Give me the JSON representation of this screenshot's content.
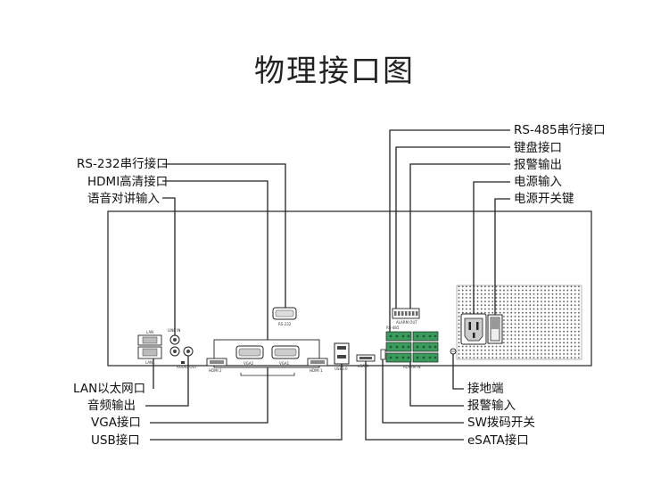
{
  "title": "物理接口图",
  "labels_left_top": {
    "rs232": "RS-232串行接口",
    "hdmi": "HDMI高清接口",
    "audio_in": "语音对讲输入"
  },
  "labels_left_bottom": {
    "lan": "LAN以太网口",
    "audio_out": "音频输出",
    "vga": "VGA接口",
    "usb": "USB接口"
  },
  "labels_right_top": {
    "rs485": "RS-485串行接口",
    "keyboard": "键盘接口",
    "alarm_out": "报警输出",
    "power_in": "电源输入",
    "power_switch": "电源开关键"
  },
  "labels_right_bottom": {
    "ground": "接地端",
    "alarm_in": "报警输入",
    "sw_switch": "SW拨码开关",
    "esata": "eSATA接口"
  },
  "panel_text": {
    "lan": "LAN",
    "lan1": "LAN1",
    "line_in": "LINE IN",
    "audio_out": "AUDIO OUT",
    "hdmi2": "HDMI 2",
    "hdmi1": "HDMI 1",
    "vga2": "VGA2",
    "vga1": "VGA1",
    "rs232": "RS-232",
    "usb": "USB3.0",
    "esata": "eSATA",
    "alarm_out": "ALARM OUT",
    "alarm_in": "ALARM IN",
    "rs485": "RS-485"
  }
}
